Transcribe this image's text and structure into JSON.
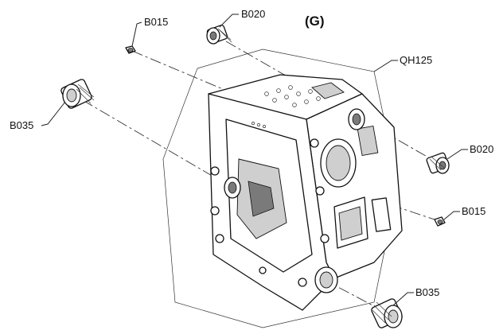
{
  "title": "(G)",
  "body_label": "QH125",
  "parts": {
    "plug_small_top": "B015",
    "plug_medium_top": "B020",
    "plug_large_left": "B035",
    "plug_medium_right": "B020",
    "plug_small_right": "B015",
    "plug_large_bottom": "B035"
  }
}
